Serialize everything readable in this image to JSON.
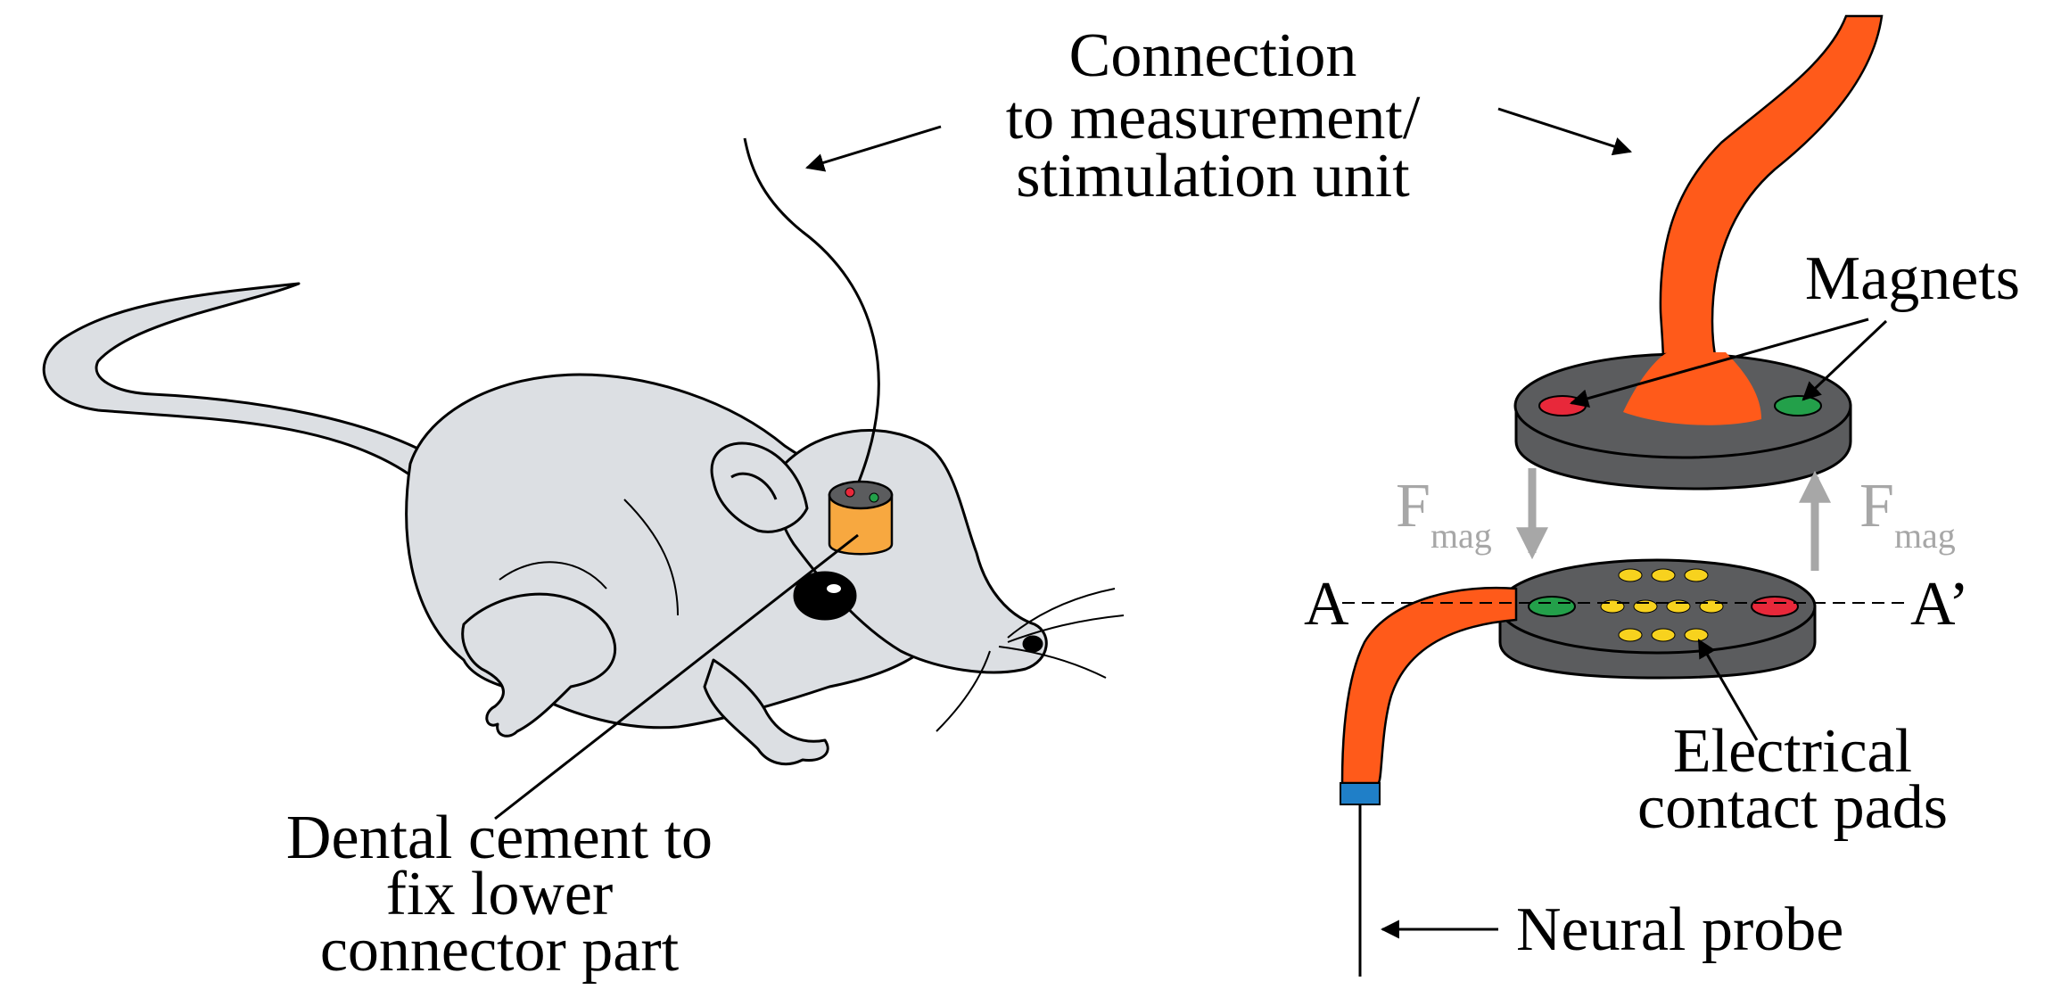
{
  "labels": {
    "connection": [
      "Connection",
      "to measurement/",
      "stimulation unit"
    ],
    "magnets": "Magnets",
    "force": "F",
    "force_sub": "mag",
    "section_a": "A",
    "section_a_prime": "A’",
    "contacts": [
      "Electrical",
      "contact pads"
    ],
    "cement": [
      "Dental cement to",
      "fix lower",
      "connector part"
    ],
    "probe": "Neural probe"
  },
  "colors": {
    "cable": "#ff5a1a",
    "puck": "#5b5c5e",
    "magnet_red": "#e8283a",
    "magnet_green": "#23a04a",
    "contact_pad": "#f7d21e",
    "cement": "#f7a840",
    "probe_tip": "#1f7fc8",
    "rat_body": "#dcdfe3",
    "arrow_grey": "#a7a7a7"
  }
}
